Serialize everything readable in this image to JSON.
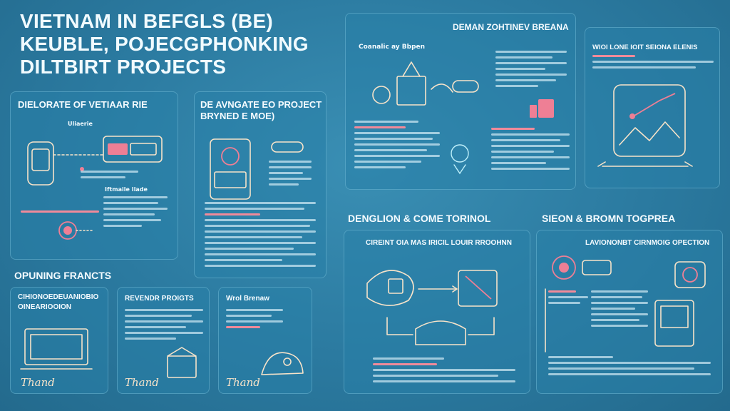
{
  "main_title": [
    "VIETNAM IN BEFGLS (BE)",
    "KEUBLE, POJECGPHONKING",
    "DILTBIRT PROJECTS"
  ],
  "panels": {
    "top_left": {
      "title": "DIELORATE OF VETIAAR RIE",
      "sub1": "Uliaerie",
      "sub2": "Iftmaile Ilade"
    },
    "top_mid": {
      "title_lines": [
        "DE AVNGATE EO PROJECT",
        "BRYNED E MOE)"
      ]
    },
    "top_right_main": {
      "title": "DEMAN ZOHTINEV BREANA",
      "sub": "Coanalic ay Bbpen"
    },
    "top_right_side": {
      "title": "WIOI LONE IOIT SEIONA ELENIS"
    },
    "opening_label": "OPUNING FRANCTS",
    "bottom_left": {
      "title_lines": [
        "CIHIONOEDEUANIOBIO",
        "OINEARIOOION"
      ],
      "sig": "Thand"
    },
    "bottom_mid1": {
      "title": "REVENDR PROIGTS",
      "sig": "Thand"
    },
    "bottom_mid2": {
      "title": "Wrol Brenaw",
      "sig": "Thand"
    },
    "mid_right_label": "DENGLION & COME TORINOL",
    "mid_right": {
      "title": "CIREINT OIA MAS IRICIL LOUIR RROOHNN"
    },
    "far_right_label": "SIEON & BROMN TOGPREA",
    "far_right": {
      "title": "LAVIONONBT CIRNMOIG OPECTION"
    }
  },
  "colors": {
    "accent": "#ee7f95",
    "line_art": "#f7e3c9",
    "background": "#2b7aa0"
  }
}
